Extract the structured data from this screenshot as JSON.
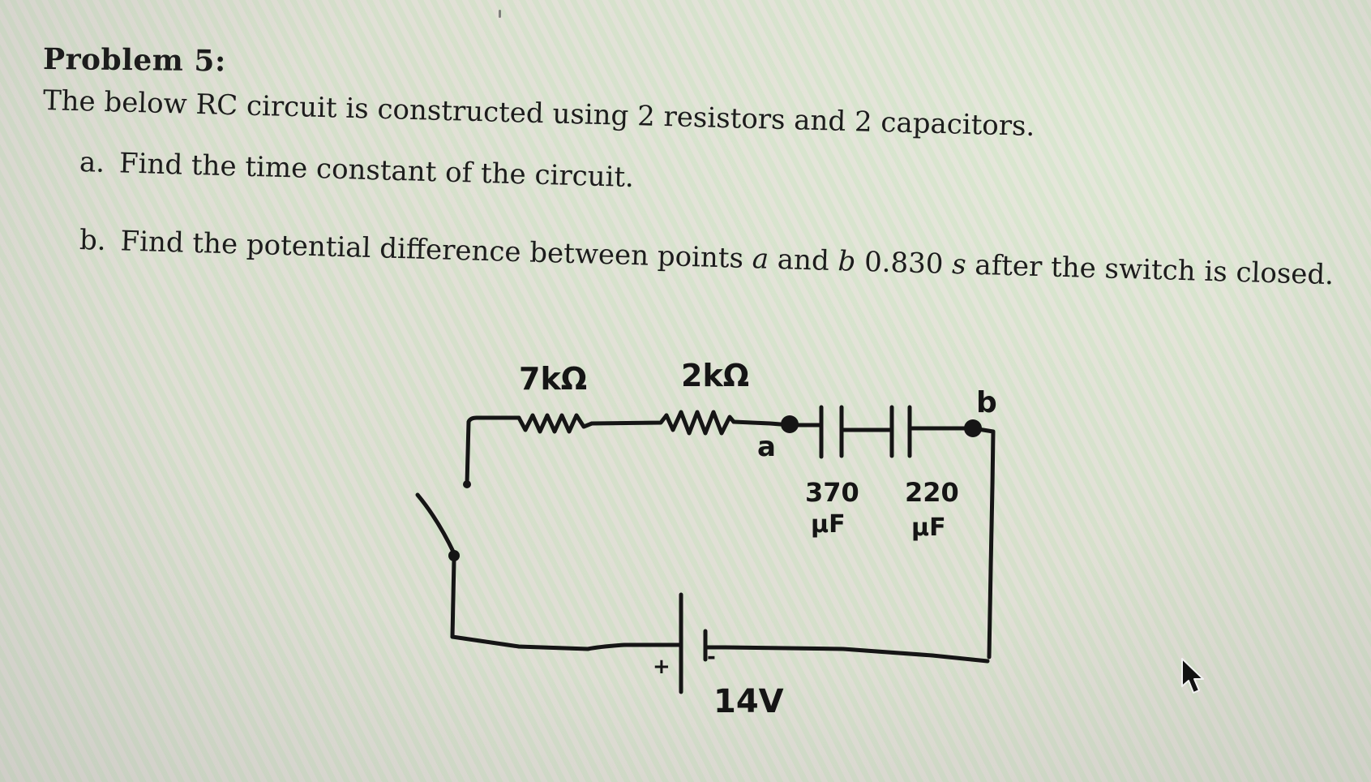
{
  "problem": {
    "title": "Problem 5:",
    "intro": "The below RC circuit is constructed using 2 resistors and 2 capacitors.",
    "parts": [
      {
        "marker": "a.",
        "text": "Find the time constant of the circuit."
      },
      {
        "marker": "b.",
        "text_before_a": "Find the potential difference between points ",
        "point_a": "a",
        "text_between": " and ",
        "point_b": "b",
        "time_value": " 0.830 ",
        "time_unit": "s",
        "text_after": " after the switch is closed."
      }
    ]
  },
  "circuit": {
    "resistors": [
      {
        "label": "7kΩ",
        "value_ohms": 7000
      },
      {
        "label": "2kΩ",
        "value_ohms": 2000
      }
    ],
    "capacitors": [
      {
        "label_value": "370",
        "label_unit": "μF",
        "value_microfarads": 370
      },
      {
        "label_value": "220",
        "label_unit": "μF",
        "value_microfarads": 220
      }
    ],
    "battery": {
      "label": "14V",
      "plus_label": "+",
      "minus_label": "-",
      "value_volts": 14
    },
    "nodes": {
      "a_label": "a",
      "b_label": "b"
    },
    "switch_state": "open",
    "ink_color": "#151515"
  },
  "colors": {
    "background": "#dfe2d6",
    "text": "#1c1c1c",
    "ink": "#151515"
  }
}
